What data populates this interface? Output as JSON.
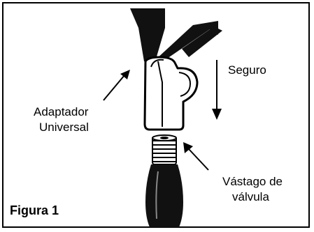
{
  "figure_label": "Figura 1",
  "labels": {
    "seguro": "Seguro",
    "adaptador_line1": "Adaptador",
    "adaptador_line2": "Universal",
    "vastago_line1": "Vástago de",
    "vastago_line2": "válvula"
  },
  "icons": [
    "inflator-handle-icon",
    "universal-adapter-icon",
    "valve-stem-icon",
    "arrow-icon"
  ]
}
